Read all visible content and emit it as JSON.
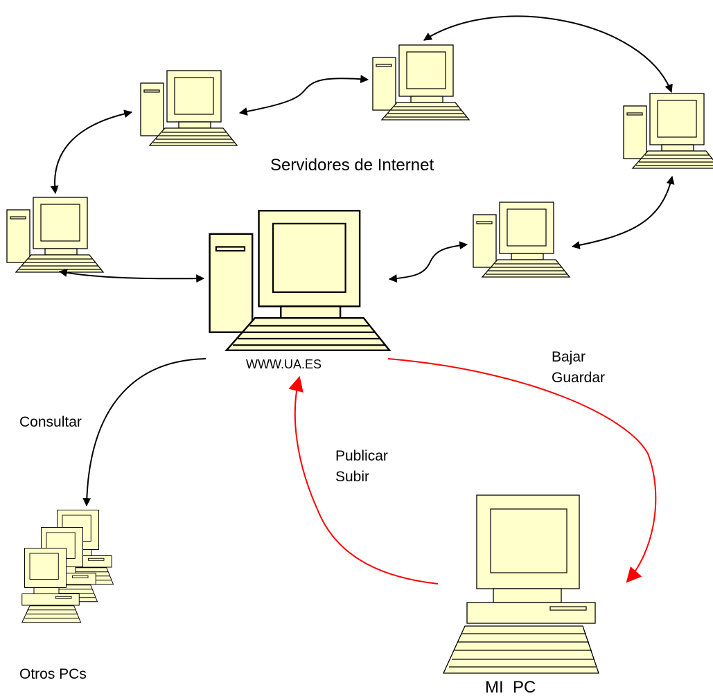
{
  "labels": {
    "servers": "Servidores de Internet",
    "main_server": "WWW.UA.ES",
    "download": [
      "Bajar",
      "Guardar"
    ],
    "consult": "Consultar",
    "upload": [
      "Publicar",
      "Subir"
    ],
    "other_pcs": "Otros PCs",
    "my_pc": "MI  PC"
  },
  "colors": {
    "computer_fill": "#ffffcc",
    "outline": "#000000",
    "upload_download_arrows": "#ff0000",
    "network_arrows": "#000000"
  },
  "icons": [
    "computer-icon",
    "desktop-pc-icon",
    "computer-group-icon"
  ]
}
